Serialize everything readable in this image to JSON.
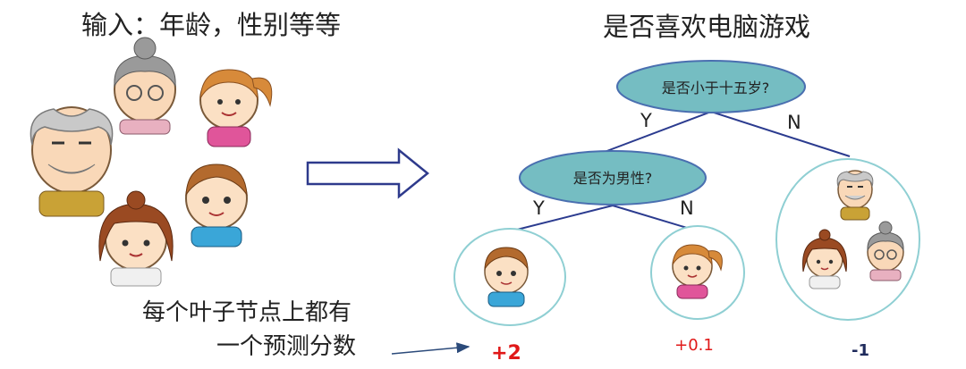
{
  "left": {
    "input_label": "输入：年龄，性别等等",
    "note_line1": "每个叶子节点上都有",
    "note_line2": "一个预测分数"
  },
  "right": {
    "title": "是否喜欢电脑游戏",
    "root_question": "是否小于十五岁?",
    "child_question": "是否为男性?",
    "root_yes": "Y",
    "root_no": "N",
    "child_yes": "Y",
    "child_no": "N"
  },
  "scores": {
    "leaf_boy": "+2",
    "leaf_girl": "+0.1",
    "leaf_elders": "-1"
  },
  "colors": {
    "node_fill": "#75bdc2",
    "node_stroke": "#4a6fb0",
    "edge": "#2b3b8f",
    "score_red": "#e01818",
    "score_dark": "#1f2b5c",
    "leaf_circle": "#8fcfd3",
    "arrow_stroke": "#2e3a8c"
  },
  "people": [
    "grandpa-icon",
    "grandma-icon",
    "girl-icon",
    "boy-icon",
    "woman-icon"
  ]
}
